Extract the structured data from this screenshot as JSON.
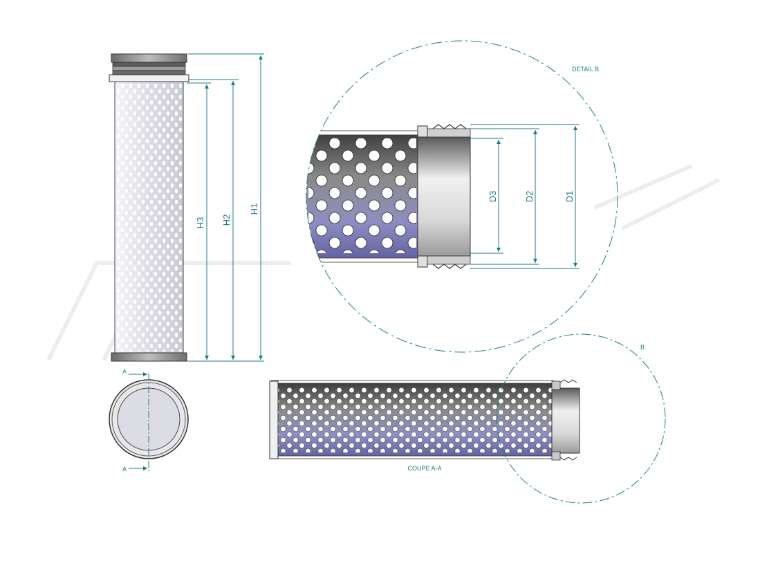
{
  "labels": {
    "detail_title": "DETAIL B",
    "detail_marker": "B",
    "section_title": "COUPE A-A",
    "section_marker_top": "A",
    "section_marker_bottom": "A"
  },
  "dimensions": {
    "overall_height": "H1",
    "height_2": "H2",
    "height_3": "H3",
    "diameter_1": "D1",
    "diameter_2": "D2",
    "diameter_3": "D3"
  },
  "colors": {
    "dimension_line": "#1a7a86",
    "outline": "#333333",
    "mesh_light": "#e6e6ee",
    "mesh_dark": "#7a7a7a",
    "cap": "#8a8a8a"
  },
  "icons": {
    "watermark": "brand-watermark-icon"
  }
}
